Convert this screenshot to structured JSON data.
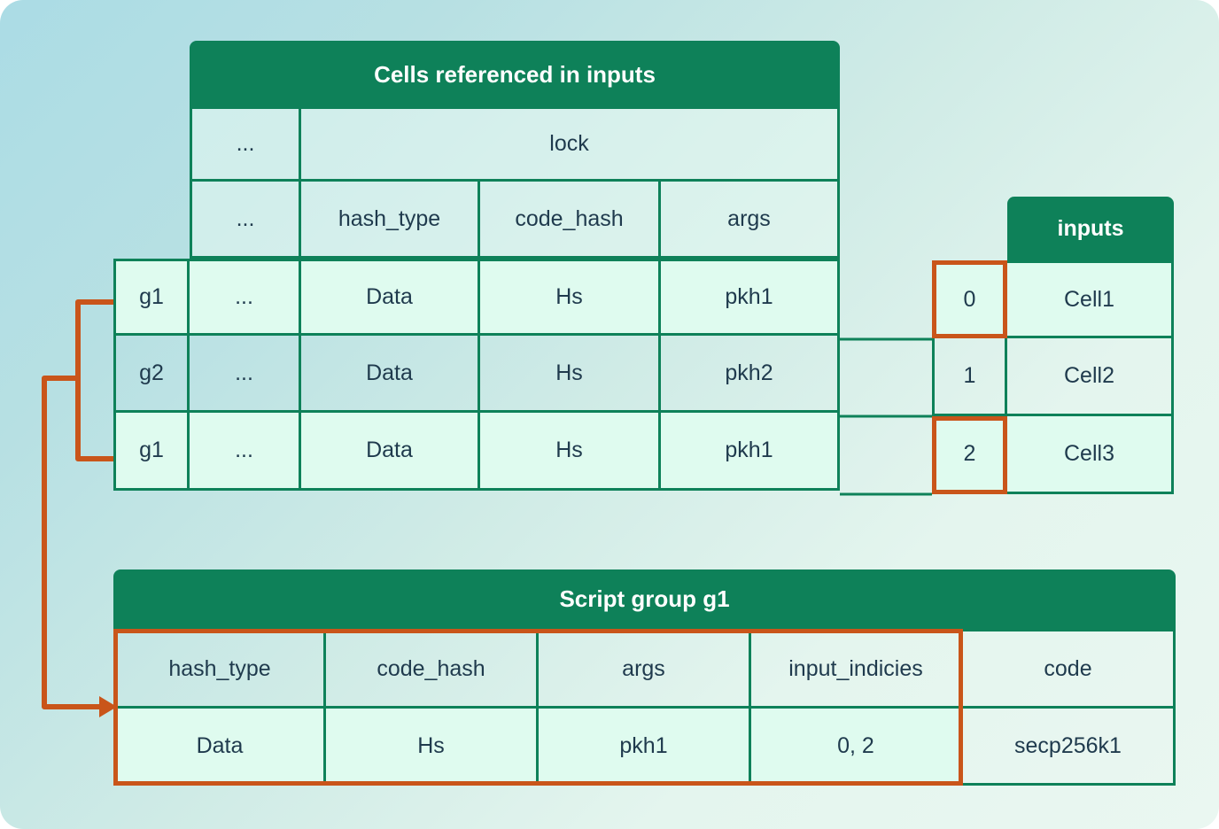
{
  "theme": {
    "header_green": "#0E8159",
    "border_green": "#0E8159",
    "highlight_orange": "#C9551A",
    "text_navy": "#1F3A4D",
    "row_mint": "#DFFBEF",
    "bg_from": "#ABDCE5",
    "bg_to": "#EAF7F1"
  },
  "cells_table": {
    "title": "Cells referenced in inputs",
    "group_header_blank_1": "",
    "group_header_blank_2": "",
    "lock_row": {
      "ellipsis": "...",
      "lock": "lock"
    },
    "column_headers": {
      "ellipsis": "...",
      "hash_type": "hash_type",
      "code_hash": "code_hash",
      "args": "args"
    },
    "rows": [
      {
        "group": "g1",
        "ellipsis": "...",
        "hash_type": "Data",
        "code_hash": "Hs",
        "args": "pkh1",
        "highlighted": true
      },
      {
        "group": "g2",
        "ellipsis": "...",
        "hash_type": "Data",
        "code_hash": "Hs",
        "args": "pkh2",
        "highlighted": false
      },
      {
        "group": "g1",
        "ellipsis": "...",
        "hash_type": "Data",
        "code_hash": "Hs",
        "args": "pkh1",
        "highlighted": true
      }
    ]
  },
  "inputs_table": {
    "title": "inputs",
    "rows": [
      {
        "index": "0",
        "cell": "Cell1",
        "highlighted": true
      },
      {
        "index": "1",
        "cell": "Cell2",
        "highlighted": false
      },
      {
        "index": "2",
        "cell": "Cell3",
        "highlighted": true
      }
    ]
  },
  "script_group_table": {
    "title": "Script group g1",
    "column_headers": [
      "hash_type",
      "code_hash",
      "args",
      "input_indicies",
      "code"
    ],
    "row": [
      "Data",
      "Hs",
      "pkh1",
      "0, 2",
      "secp256k1"
    ]
  },
  "connectors": {
    "description": "g1 rows bracket joins and flows into Script group g1 table",
    "arrow": "arrow-right"
  }
}
